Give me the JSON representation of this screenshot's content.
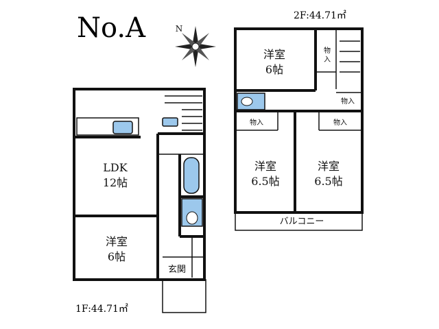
{
  "title": "No.A",
  "colors": {
    "fixture": "#9cc8ec",
    "wall": "#111111"
  },
  "compass": {
    "label": "N",
    "icon": "compass-rose-icon"
  },
  "floor1": {
    "area_label": "1F:44.71㎡",
    "rooms": {
      "ldk_name": "LDK",
      "ldk_size": "12帖",
      "western_name": "洋室",
      "western_size": "6帖",
      "entrance": "玄関"
    }
  },
  "floor2": {
    "area_label": "2F:44.71㎡",
    "rooms": {
      "room1_name": "洋室",
      "room1_size": "6帖",
      "room2_name": "洋室",
      "room2_size": "6.5帖",
      "room3_name": "洋室",
      "room3_size": "6.5帖",
      "storage": "物入",
      "storage_v1": "物",
      "storage_v2": "入",
      "balcony": "バルコニー"
    }
  }
}
